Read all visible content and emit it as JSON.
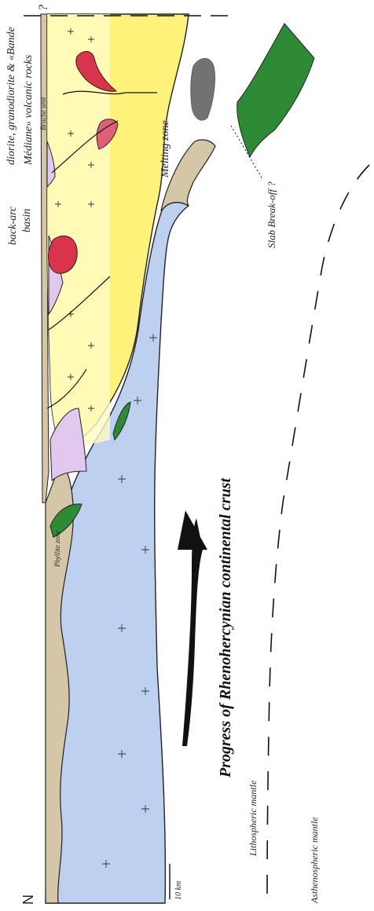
{
  "labels": {
    "north": "N",
    "scale": "10 km",
    "lithospheric_mantle": "Lithospheric mantle",
    "asthenospheric_mantle": "Asthenospheric mantle",
    "progress": "Progress of Rhenohercynian continental crust",
    "phyllite_zone": "Phyllite zone",
    "back_arc_line1": "back-arc",
    "back_arc_line2": "basin",
    "bande_line1": "diorite, granodiorite & «Bande",
    "bande_line2": "Médiane» volcanic rocks",
    "bruche_unit": "Bruche unit",
    "melting_zone": "Melting zone",
    "slab_breakoff": "Slab Break-off ?",
    "question_mark": "?"
  },
  "colors": {
    "crust_blue": "#bdd0f0",
    "arc_yellow": "#fff27a",
    "arc_pale": "#fffbc4",
    "sediment_tan": "#d6c6a8",
    "basin_lilac": "#e2c8ef",
    "ophiolite_green": "#2f8a35",
    "slab_green": "#2f8a35",
    "magma_red": "#d9344c",
    "magma_pink": "#e0607a"
  }
}
